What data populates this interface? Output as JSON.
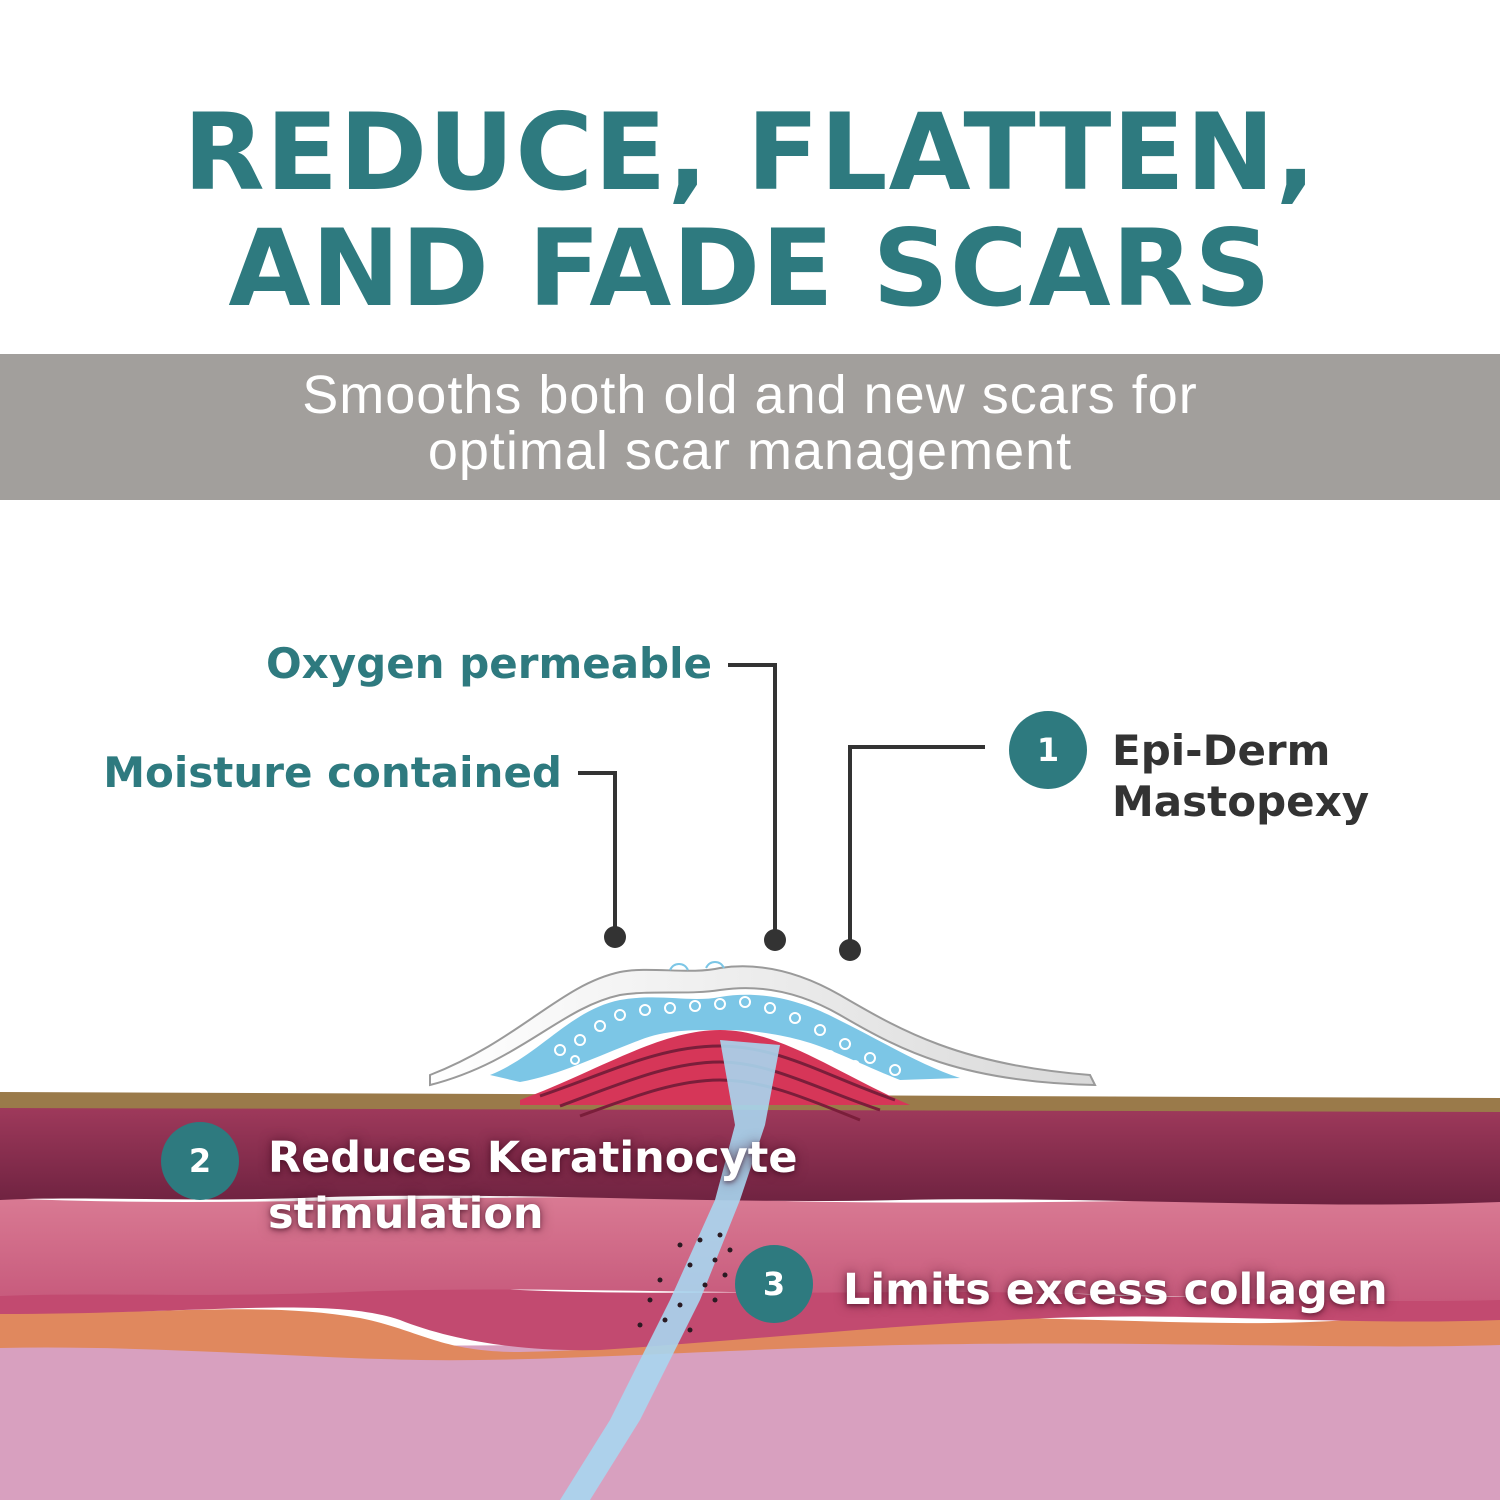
{
  "headline": {
    "line1": "REDUCE, FLATTEN,",
    "line2": "AND FADE SCARS"
  },
  "subtitle": {
    "line1": "Smooths both old and new scars for",
    "line2": "optimal scar management"
  },
  "callouts": {
    "oxygen": "Oxygen permeable",
    "moisture": "Moisture contained"
  },
  "steps": [
    {
      "number": "1",
      "lines": [
        "Epi-Derm",
        "Mastopexy"
      ]
    },
    {
      "number": "2",
      "lines": [
        "Reduces Keratinocyte",
        "stimulation"
      ]
    },
    {
      "number": "3",
      "lines": [
        "Limits excess collagen"
      ]
    }
  ],
  "colors": {
    "headline_teal": "#2e7a7f",
    "subtitle_band": "#a29f9c",
    "leader_lines": "#333333",
    "epidermis_brown": "#9a7a4a",
    "dermis_dark": "#8a2f4d",
    "dermis_pink": "#d4708e",
    "fat_orange": "#e0885e",
    "subcutis_pink": "#d8a0bf",
    "scar_red": "#d63658",
    "gel_blue": "#7cc6e6"
  }
}
